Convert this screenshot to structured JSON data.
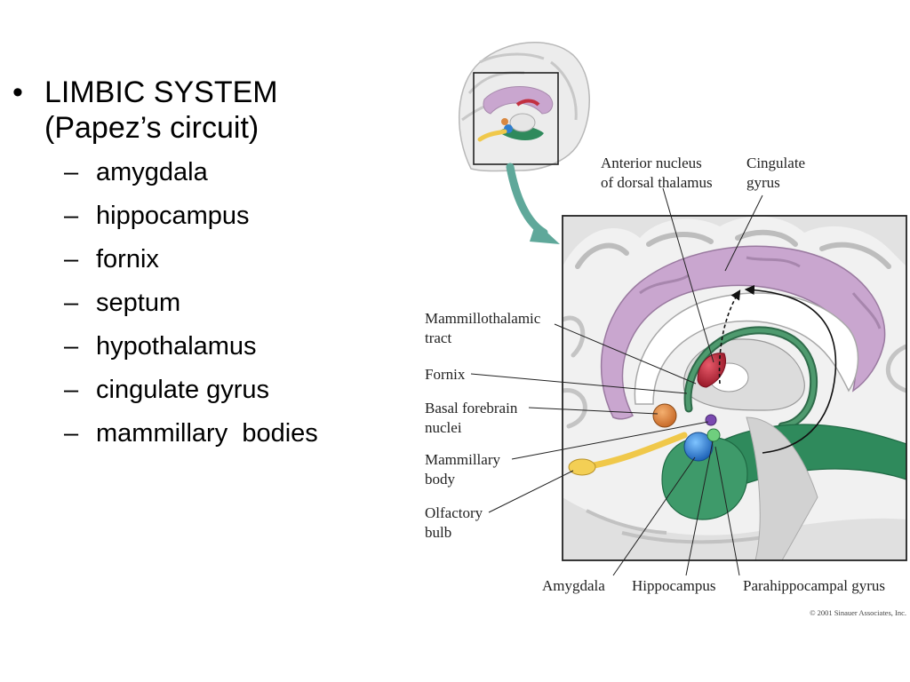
{
  "slide": {
    "bullet_glyph": "•",
    "main_bullet": [
      "LIMBIC SYSTEM",
      "(Papez’s circuit)"
    ],
    "sub_dash": "–",
    "sub_items": [
      "amygdala",
      "hippocampus",
      "fornix",
      "septum",
      "hypothalamus",
      "cingulate gyrus",
      "mammillary  bodies"
    ]
  },
  "figure": {
    "labels": {
      "anterior_nucleus": [
        "Anterior nucleus",
        "of dorsal thalamus"
      ],
      "cingulate_gyrus": [
        "Cingulate",
        "gyrus"
      ],
      "mammillothalamic_tract": [
        "Mammillothalamic",
        "tract"
      ],
      "fornix": [
        "Fornix"
      ],
      "basal_forebrain_nuclei": [
        "Basal forebrain",
        "nuclei"
      ],
      "mammillary_body": [
        "Mammillary",
        "body"
      ],
      "olfactory_bulb": [
        "Olfactory",
        "bulb"
      ],
      "amygdala": [
        "Amygdala"
      ],
      "hippocampus": [
        "Hippocampus"
      ],
      "parahippocampal_gyrus": [
        "Parahippocampal gyrus"
      ]
    },
    "copyright": "© 2001 Sinauer Associates, Inc.",
    "colors": {
      "cingulate": "#c9a6cf",
      "hippocampus_green": "#2f8a5c",
      "amygdala_blue": "#2f7fd0",
      "basal_forebrain_orange": "#d98840",
      "olfactory_yellow": "#f0c84a",
      "thalamus_red": "#c23040",
      "arrow_teal": "#5fa89a"
    }
  }
}
